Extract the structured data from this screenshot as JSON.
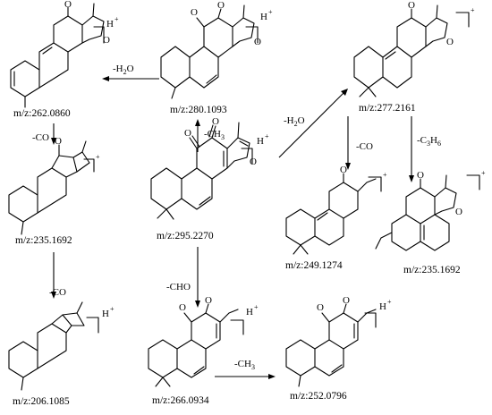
{
  "labels": {
    "m262": "m/z:262.0860",
    "m280": "m/z:280.1093",
    "m277": "m/z:277.2161",
    "m235a": "m/z:235.1692",
    "m295": "m/z:295.2270",
    "m249": "m/z:249.1274",
    "m235b": "m/z:235.1692",
    "m206": "m/z:206.1085",
    "m266": "m/z:266.0934",
    "m252": "m/z:252.0796"
  },
  "conditions": {
    "h2o_left": "-H",
    "h2o_left_sub": "2",
    "h2o_left_end": "O",
    "ch3_up": "-CH",
    "ch3_up_sub": "3",
    "h2o_right": "-H",
    "h2o_right_sub": "2",
    "h2o_right_end": "O",
    "co_1": "-CO",
    "co_2": "-CO",
    "co_3": "-CO",
    "c3h6": "-C",
    "c3h6_sub1": "3",
    "c3h6_mid": "H",
    "c3h6_sub2": "6",
    "cho": "-CHO",
    "ch3_bottom": "-CH",
    "ch3_bottom_sub": "3"
  },
  "charges": {
    "h_plus": "H",
    "plus": "+"
  },
  "atoms": {
    "oxygen": "O"
  }
}
